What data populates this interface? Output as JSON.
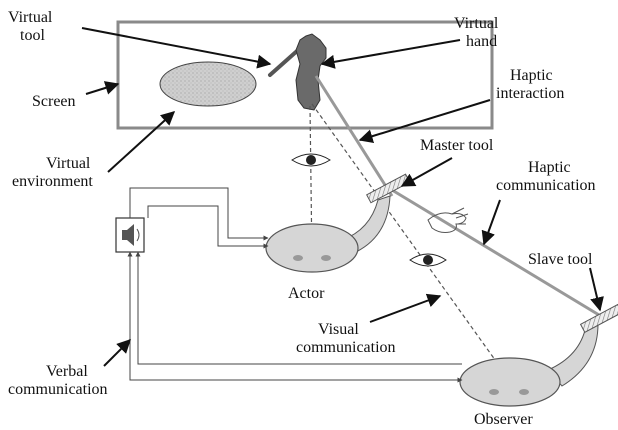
{
  "labels": {
    "virtual_tool": [
      "Virtual",
      "tool"
    ],
    "virtual_hand": [
      "Virtual",
      "hand"
    ],
    "screen": "Screen",
    "haptic_interaction": [
      "Haptic",
      "interaction"
    ],
    "virtual_environment": [
      "Virtual",
      "environment"
    ],
    "master_tool": "Master tool",
    "haptic_communication": [
      "Haptic",
      "communication"
    ],
    "actor": "Actor",
    "slave_tool": "Slave tool",
    "visual_communication": [
      "Visual",
      "communication"
    ],
    "verbal_communication": [
      "Verbal",
      "communication"
    ],
    "observer": "Observer"
  },
  "colors": {
    "screen_border": "#8a8a8a",
    "person_fill": "#d6d6d6",
    "tool_fill": "#c8c8c8",
    "line": "#3a3a3a",
    "haptic_line": "#999999"
  },
  "icons": [
    "speaker-icon",
    "eye-icon",
    "hand-icon"
  ]
}
